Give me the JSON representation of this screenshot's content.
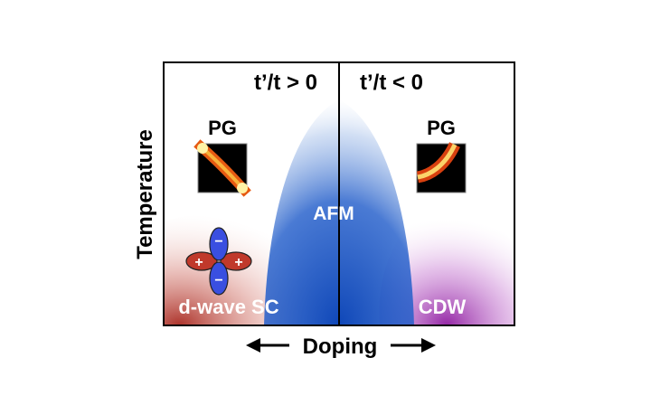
{
  "panels": {
    "left_condition": "t’/t > 0",
    "right_condition": "t’/t < 0"
  },
  "axes": {
    "y_label": "Temperature",
    "x_label": "Doping"
  },
  "phases": {
    "afm": "AFM",
    "pg_left": "PG",
    "pg_right": "PG",
    "sc": "d-wave SC",
    "cdw": "CDW"
  },
  "orbital_signs": {
    "left": "+",
    "right": "+",
    "top": "−",
    "bottom": "−"
  },
  "colors": {
    "afm": "#1f55c4",
    "sc": "#b83a2e",
    "cdw": "#9a2aa8",
    "orbital_plus": "#c0392b",
    "orbital_minus": "#3a4fe0"
  }
}
